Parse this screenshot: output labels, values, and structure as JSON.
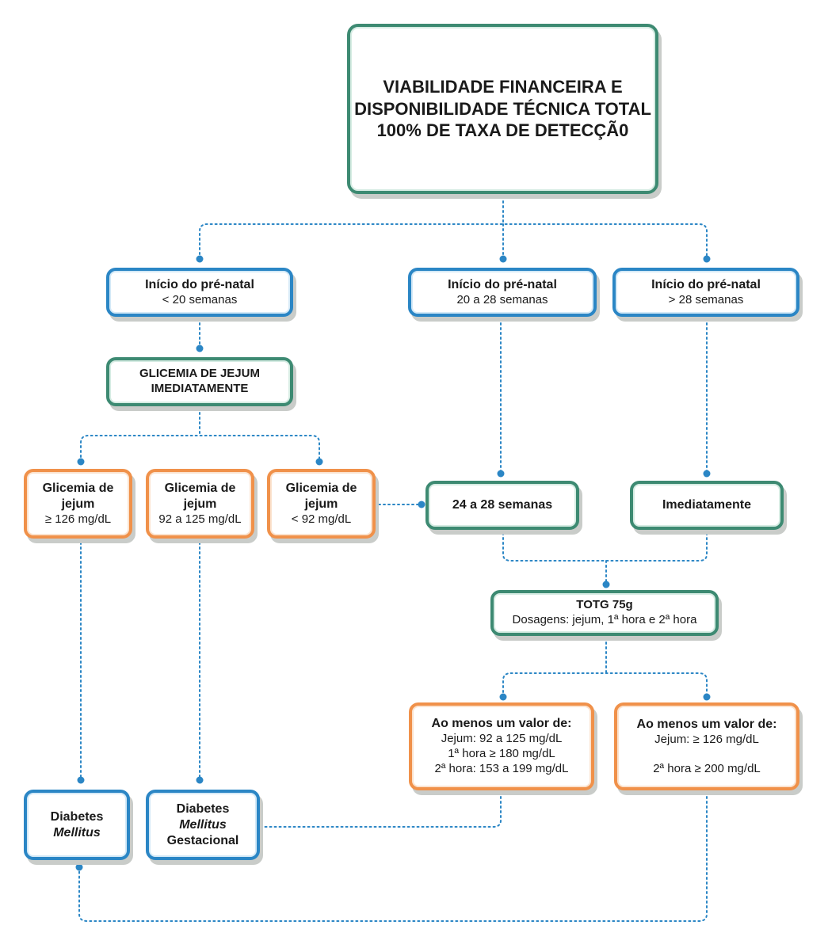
{
  "top": {
    "line1": "VIABILIDADE FINANCEIRA E",
    "line2": "DISPONIBILIDADE TÉCNICA TOTAL",
    "line3": "100% DE TAXA DE DETECÇÃ0"
  },
  "prenatal_lt20": {
    "title": "Início do pré-natal",
    "sub": "< 20 semanas"
  },
  "prenatal_20_28": {
    "title": "Início do pré-natal",
    "sub": "20 a 28 semanas"
  },
  "prenatal_gt28": {
    "title": "Início do pré-natal",
    "sub": "> 28 semanas"
  },
  "glicemia_imediata": {
    "line1": "GLICEMIA DE JEJUM",
    "line2": "IMEDIATAMENTE"
  },
  "gj_high": {
    "line1": "Glicemia de",
    "line2": "jejum",
    "sub": "≥ 126 mg/dL"
  },
  "gj_mid": {
    "line1": "Glicemia de",
    "line2": "jejum",
    "sub": "92 a 125 mg/dL"
  },
  "gj_low": {
    "line1": "Glicemia de",
    "line2": "jejum",
    "sub": "< 92 mg/dL"
  },
  "week_24_28": {
    "label": "24 a 28 semanas"
  },
  "immediately": {
    "label": "Imediatamente"
  },
  "totg": {
    "title": "TOTG 75g",
    "sub": "Dosagens: jejum, 1ª hora e 2ª hora"
  },
  "result_gdm": {
    "title": "Ao menos um valor de:",
    "l1": "Jejum: 92 a 125 mg/dL",
    "l2": "1ª hora ≥ 180 mg/dL",
    "l3": "2ª hora: 153 a 199 mg/dL"
  },
  "result_dm": {
    "title": "Ao menos um valor de:",
    "l1": "Jejum: ≥ 126 mg/dL",
    "l2": "2ª hora ≥ 200 mg/dL"
  },
  "dm": {
    "line1": "Diabetes",
    "line2": "Mellitus"
  },
  "dmg": {
    "line1": "Diabetes",
    "line2": "Mellitus",
    "line3": "Gestacional"
  },
  "colors": {
    "green": "#3d8a72",
    "blue": "#2b86c5",
    "orange": "#f0914a",
    "connector": "#2b86c5"
  }
}
